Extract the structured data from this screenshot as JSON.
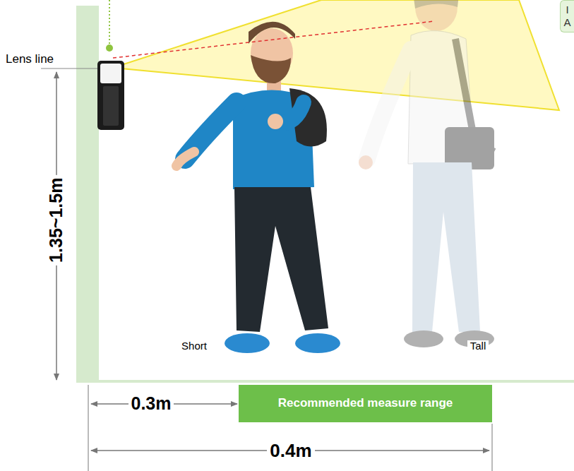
{
  "diagram": {
    "nodes": [
      {
        "text": [
          "Recommended measure range"
        ]
      },
      {
        "text": [
          "I A"
        ]
      }
    ],
    "labels": [
      "Lens line",
      "1.35~1.5m",
      "Short",
      "Tall",
      "0.3m",
      "0.4m"
    ]
  }
}
